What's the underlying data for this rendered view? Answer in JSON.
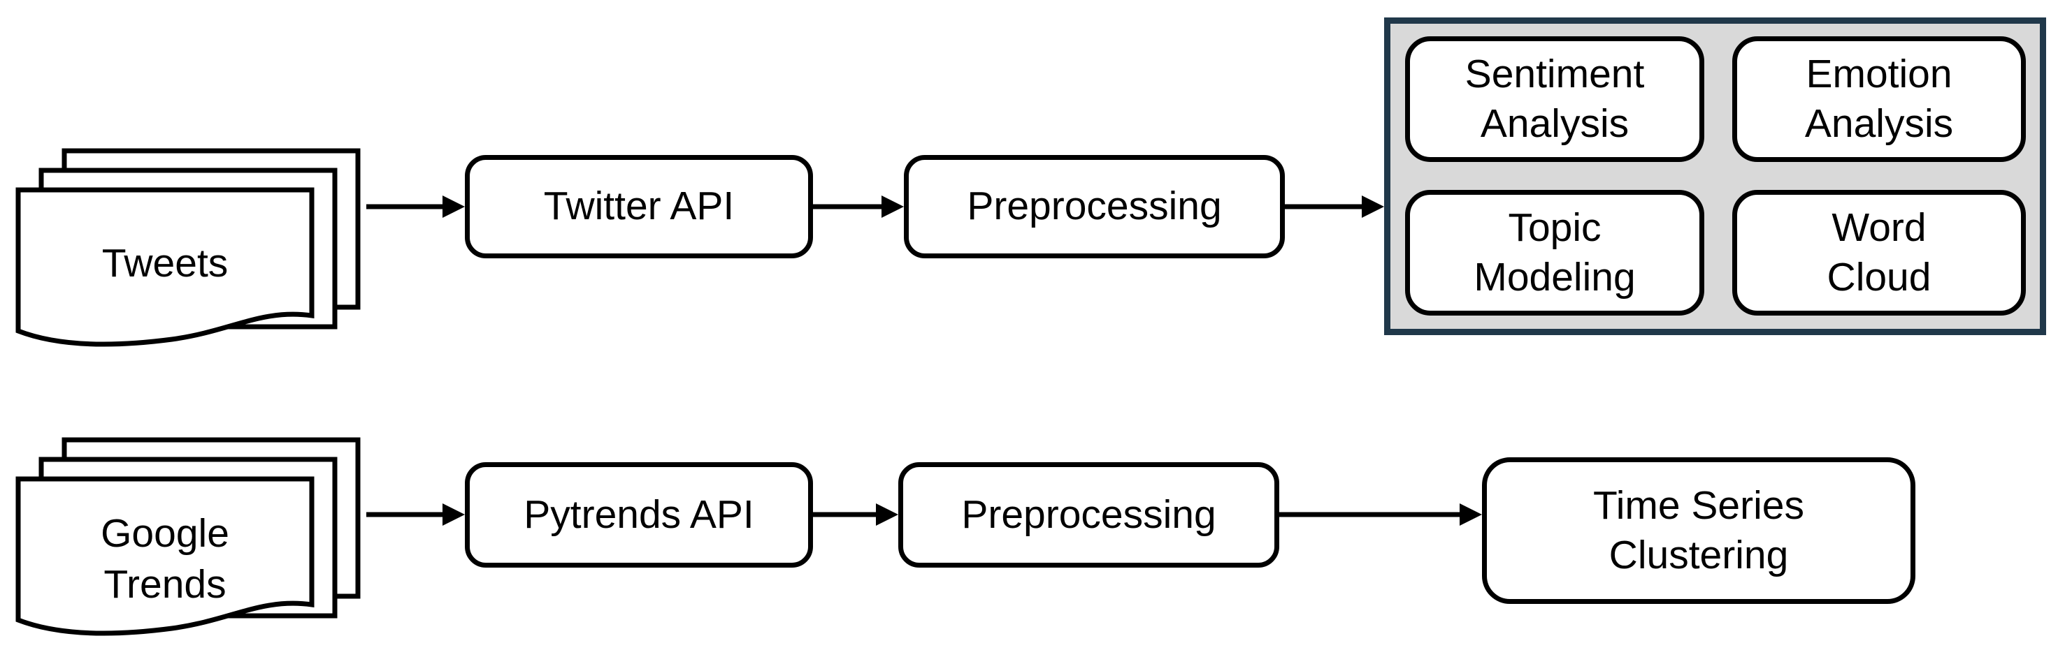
{
  "diagram": {
    "row1": {
      "source_label": "Tweets",
      "step1_label": "Twitter API",
      "step2_label": "Preprocessing",
      "group": {
        "sentiment_label": [
          "Sentiment",
          "Analysis"
        ],
        "emotion_label": [
          "Emotion",
          "Analysis"
        ],
        "topic_label": [
          "Topic",
          "Modeling"
        ],
        "wordcloud_label": [
          "Word",
          "Cloud"
        ]
      }
    },
    "row2": {
      "source_label": [
        "Google",
        "Trends"
      ],
      "step1_label": "Pytrends API",
      "step2_label": "Preprocessing",
      "output_label": [
        "Time Series",
        "Clustering"
      ]
    }
  },
  "icons": {
    "row1_source": "multi-document-icon",
    "row2_source": "multi-document-icon"
  },
  "colors": {
    "background": "#ffffff",
    "box_fill": "#ffffff",
    "box_border": "#000000",
    "group_fill": "#d9d9d9",
    "group_border": "#20384a",
    "arrow": "#000000",
    "text": "#000000"
  }
}
